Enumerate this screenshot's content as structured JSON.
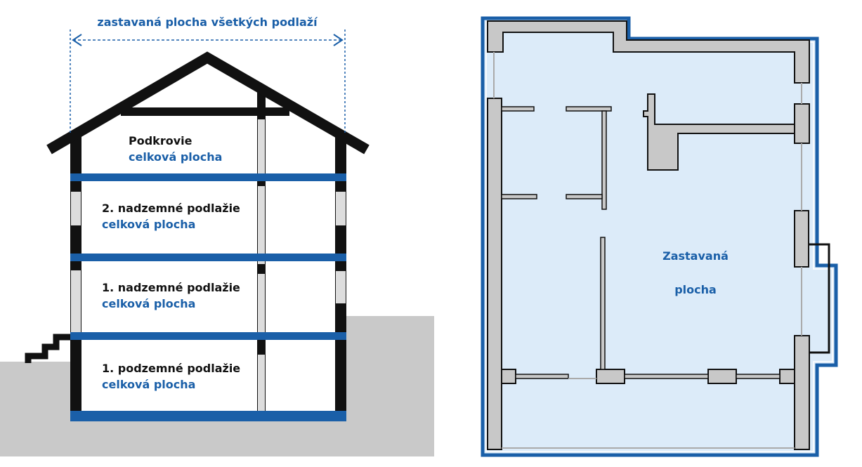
{
  "section_diagram": {
    "title": "zastavaná plocha všetkých podlaží",
    "floors": [
      {
        "name": "Podkrovie",
        "area": "celková plocha"
      },
      {
        "name": "2. nadzemné podlažie",
        "area": "celková plocha"
      },
      {
        "name": "1. nadzemné podlažie",
        "area": "celková plocha"
      },
      {
        "name": "1. podzemné podlažie",
        "area": "celková plocha"
      }
    ]
  },
  "floor_plan": {
    "label_line1": "Zastavaná",
    "label_line2": "plocha"
  },
  "colors": {
    "accent": "#1a5fa8",
    "fill": "#dcebf9",
    "wall": "#c8c8c8",
    "ground": "#c9c9c9"
  }
}
